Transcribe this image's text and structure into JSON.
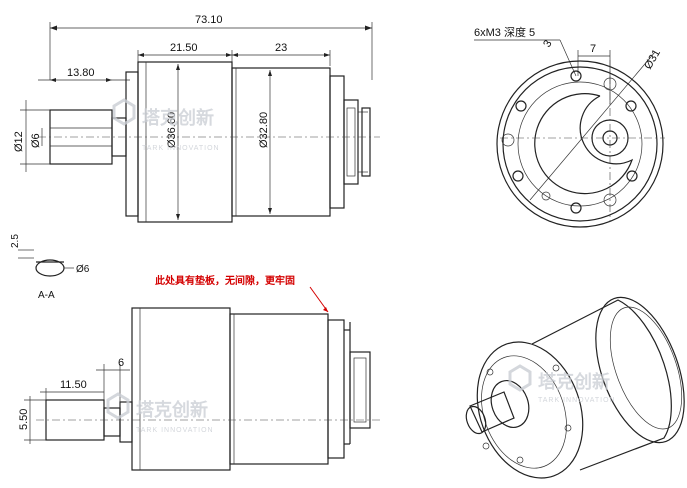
{
  "dimensions": {
    "overall_length": "73.10",
    "gearbox_length": "21.50",
    "motor_length": "23",
    "shaft_length": "13.80",
    "shaft_diameter": "Ø12",
    "shaft_d_flat": "Ø6",
    "gearbox_diameter": "Ø36.60",
    "motor_diameter": "Ø32.80",
    "flat_depth": "2.5",
    "section_shaft": "Ø6",
    "section_label": "A-A",
    "bottom_shaft_length": "11.50",
    "bottom_offset": "6",
    "bottom_shaft_height": "5.50",
    "hole_spec": "6xM3  深度 5",
    "hole_offset": "7",
    "bolt_circle": "Ø31",
    "hole_angle": "3"
  },
  "annotation": {
    "note": "此处具有垫板，无间隙，更牢固"
  },
  "watermark": {
    "cn": "塔克创新",
    "en": "TARK INNOVATION"
  },
  "colors": {
    "annotation_red": "#d40000",
    "watermark": "#c9cdd3",
    "line": "#222222"
  }
}
